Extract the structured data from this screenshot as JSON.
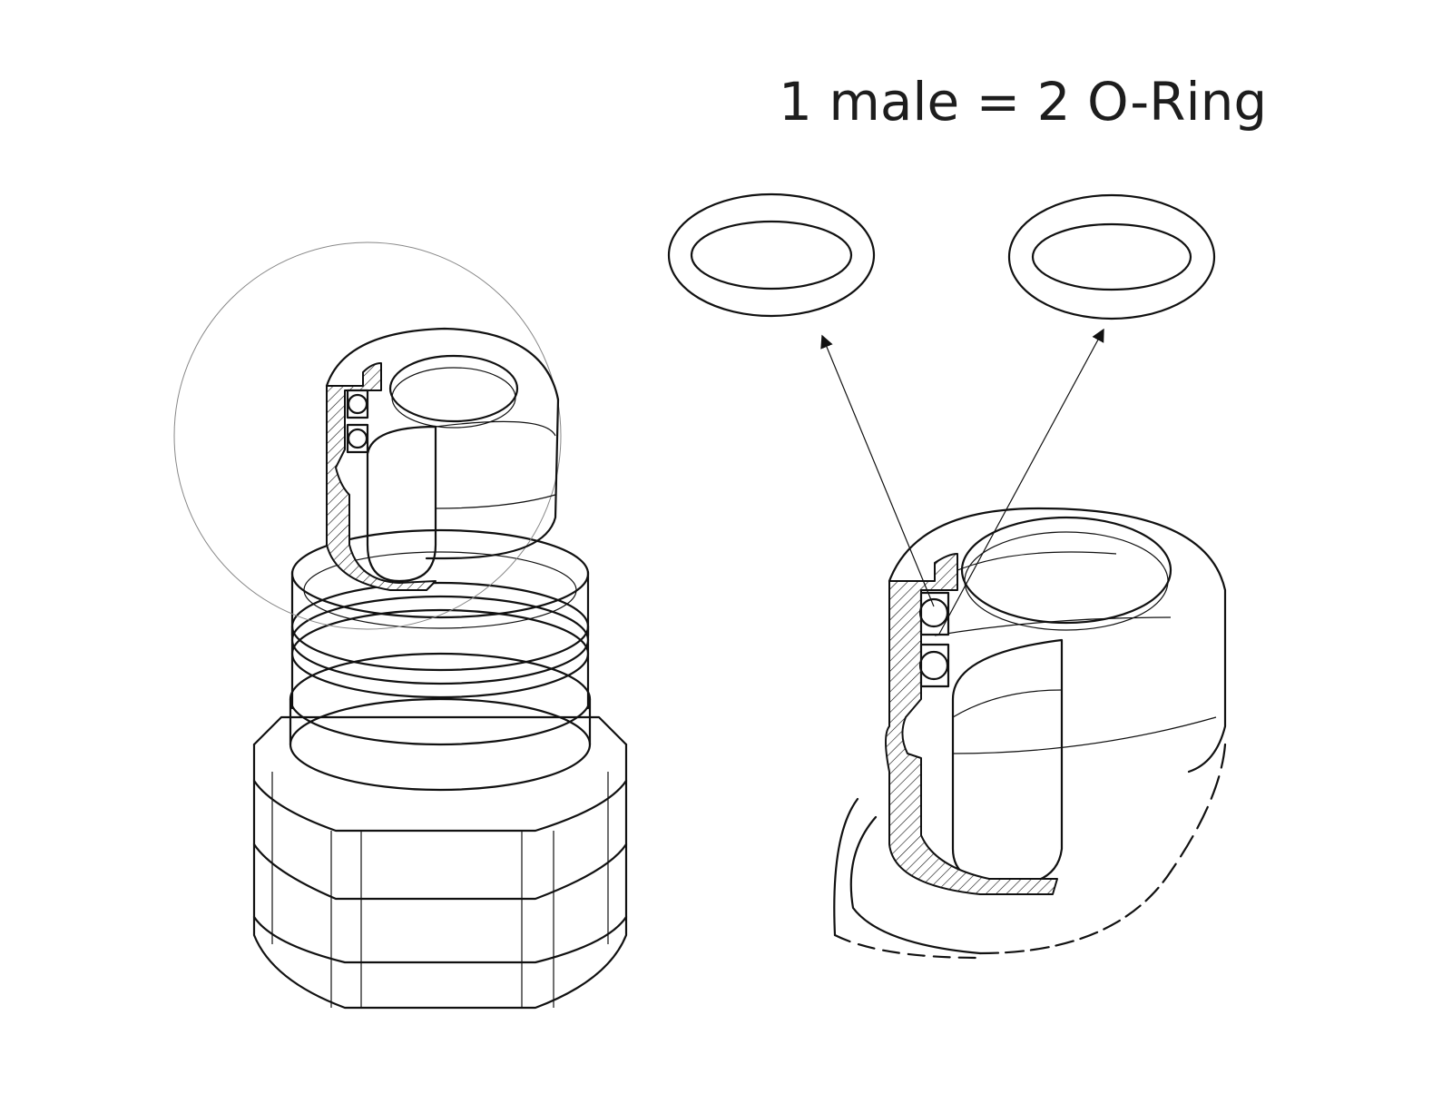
{
  "caption": {
    "text": "1 male = 2 O-Ring"
  },
  "figure": {
    "parts": [
      {
        "name": "male-coupling",
        "type": "isometric line drawing"
      },
      {
        "name": "o-ring",
        "count": 2
      }
    ],
    "colors": {
      "line": "#111111",
      "background": "#ffffff",
      "text": "#1d1d1d"
    }
  }
}
